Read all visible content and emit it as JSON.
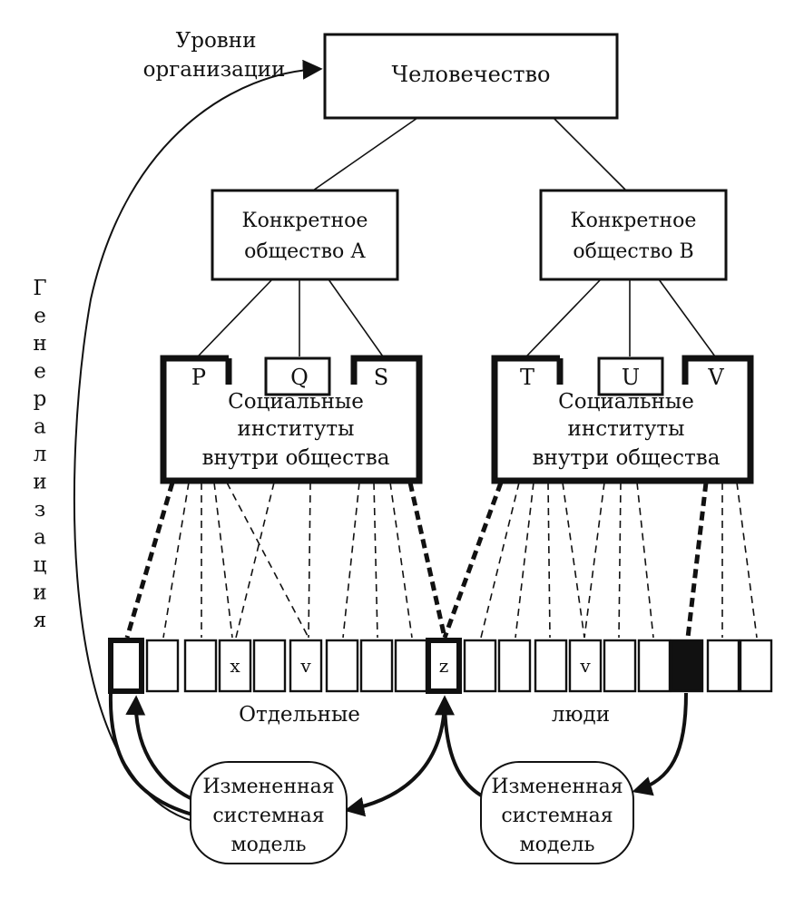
{
  "levels_label_line1": "Уровни",
  "levels_label_line2": "организации",
  "generalization_label": "Генерализация",
  "top_node": "Человечество",
  "society_a": {
    "line1": "Конкретное",
    "line2": "общество А"
  },
  "society_b": {
    "line1": "Конкретное",
    "line2": "общество В"
  },
  "institutes_a": [
    "P",
    "Q",
    "S"
  ],
  "institutes_b": [
    "T",
    "U",
    "V"
  ],
  "institutes_caption": {
    "line1": "Социальные",
    "line2": "институты",
    "line3": "внутри общества"
  },
  "people_cell_labels": [
    "",
    "",
    "",
    "x",
    "",
    "v",
    "",
    "",
    "",
    "z",
    "",
    "",
    "",
    "v",
    "",
    "",
    "",
    ""
  ],
  "people_caption_left": "Отдельные",
  "people_caption_right": "люди",
  "model_left": {
    "line1": "Измененная",
    "line2": "системная",
    "line3": "модель"
  },
  "model_right": {
    "line1": "Измененная",
    "line2": "системная",
    "line3": "модель"
  }
}
